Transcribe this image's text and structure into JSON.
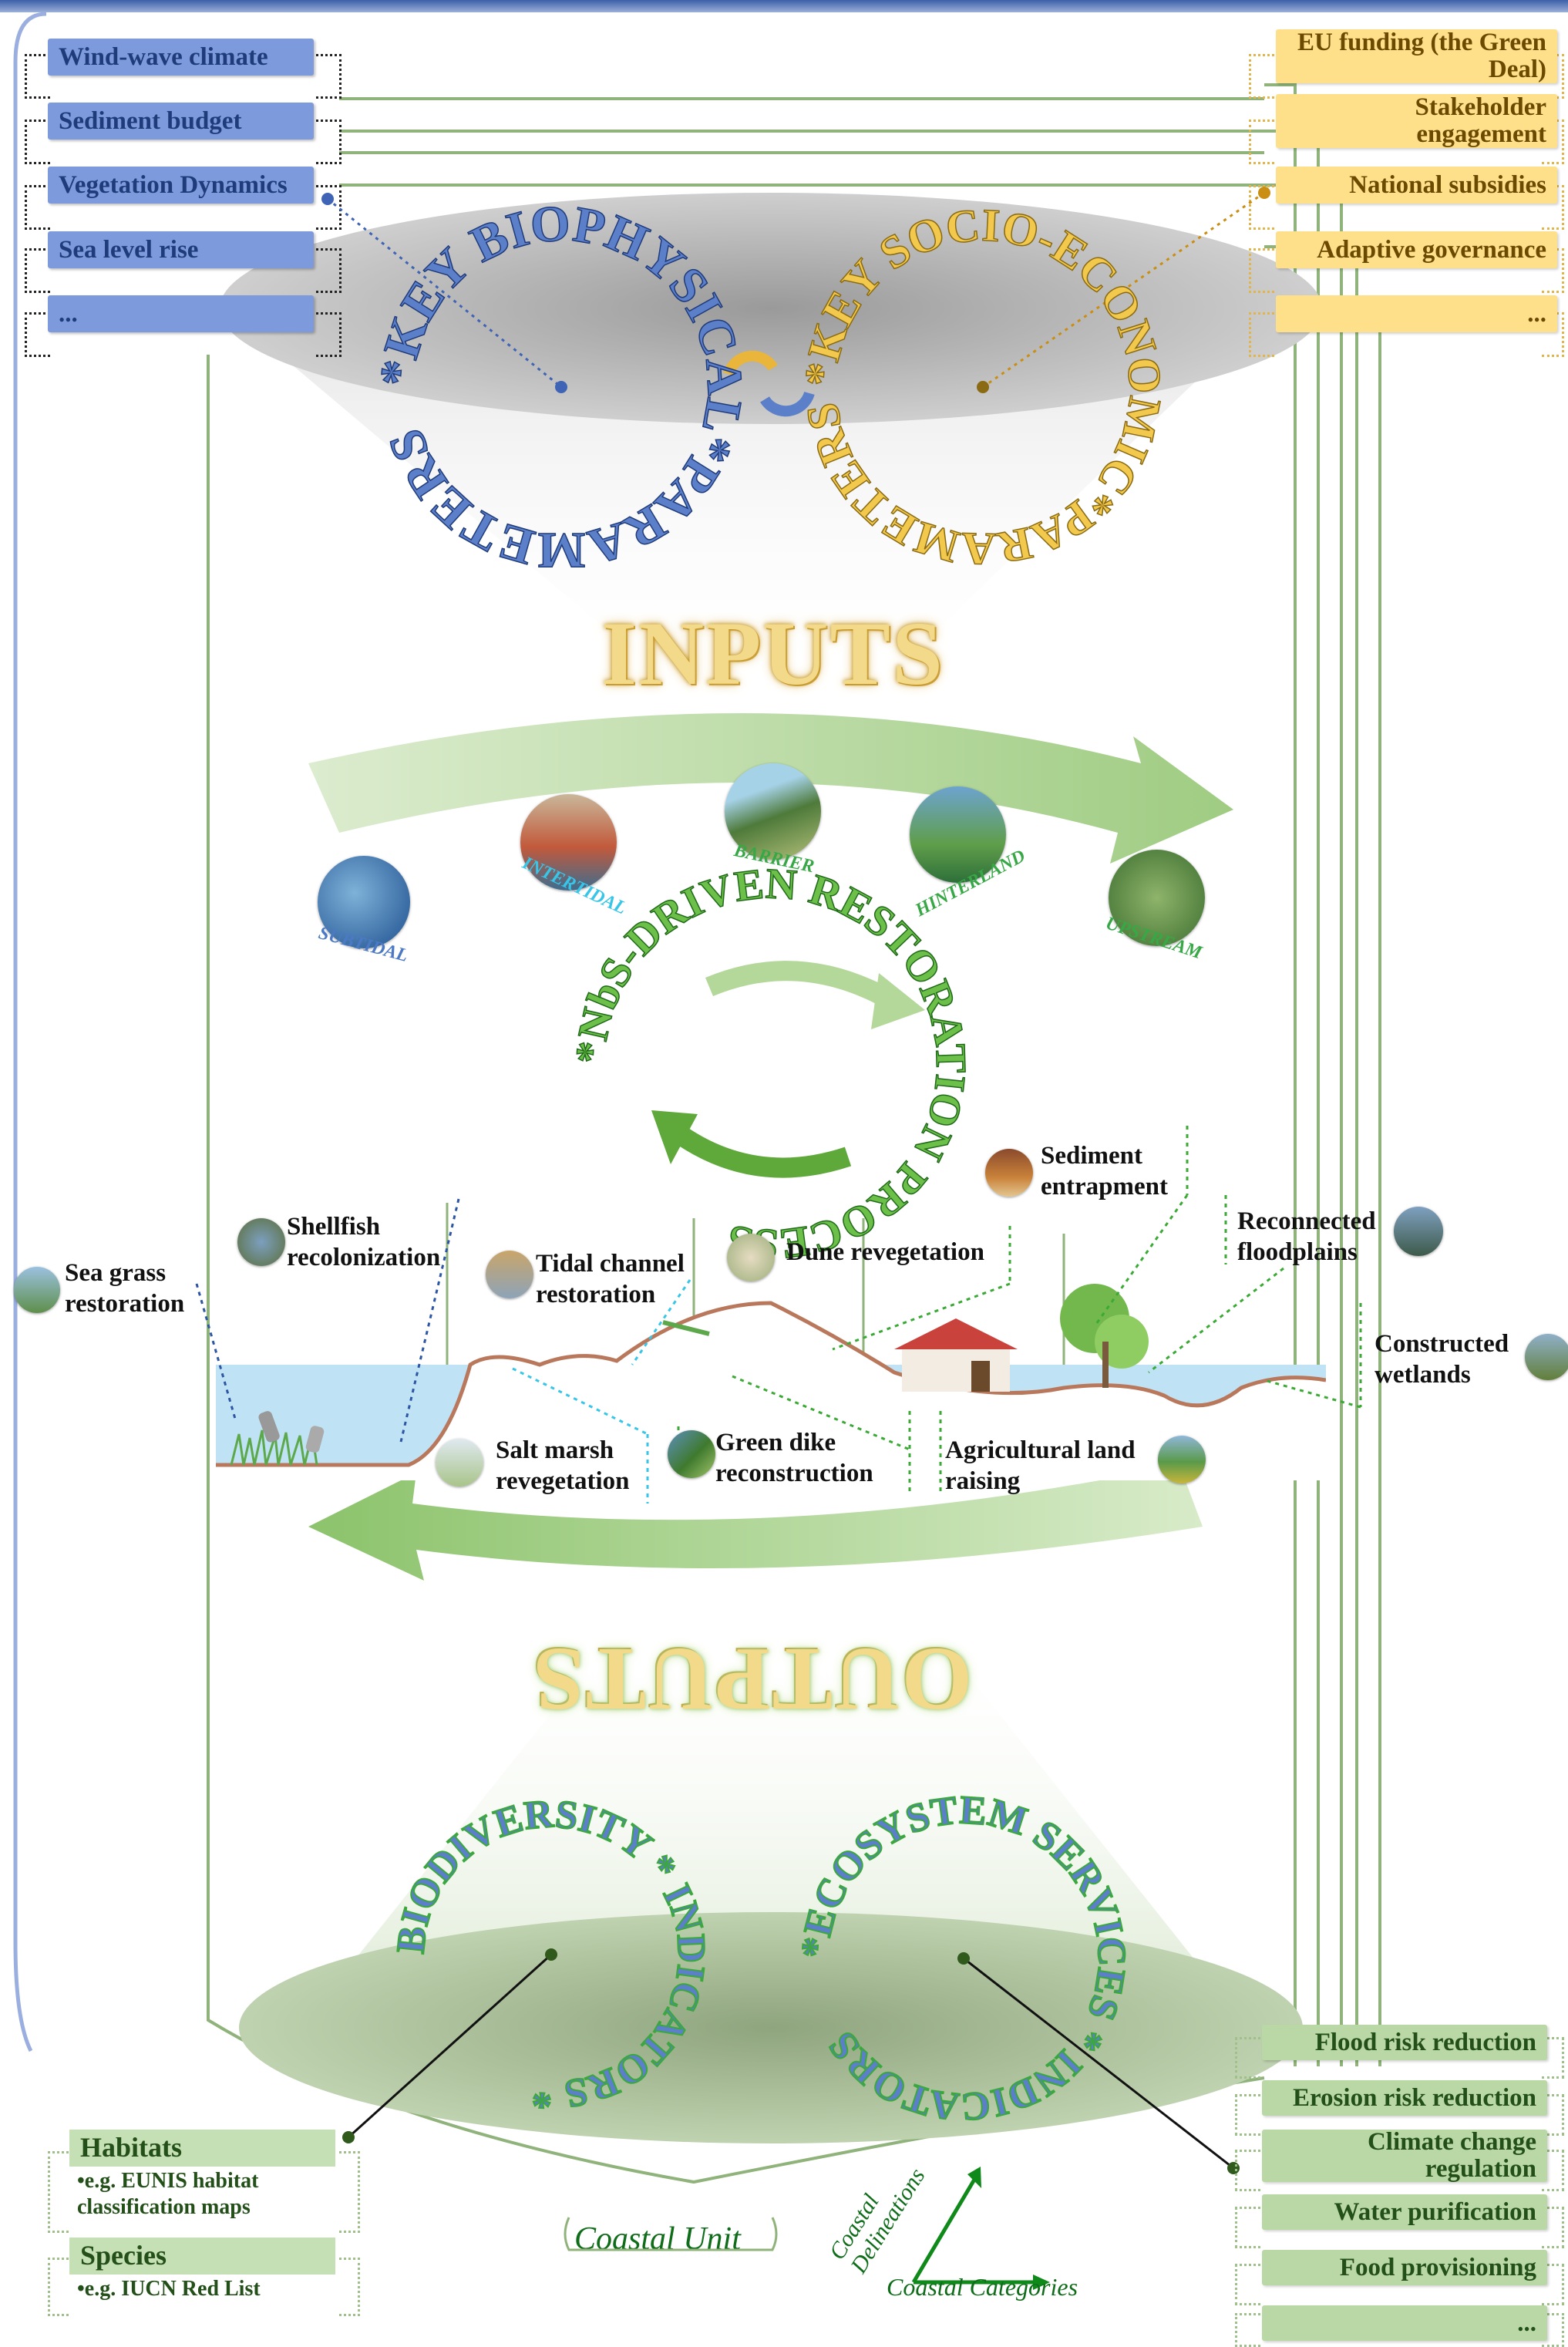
{
  "biophysical_tags": [
    "Wind-wave climate",
    "Sediment budget",
    "Vegetation Dynamics",
    "Sea level rise",
    "..."
  ],
  "socioeconomic_tags": [
    "EU funding (the Green Deal)",
    "Stakeholder engagement",
    "National subsidies",
    "Adaptive governance",
    "..."
  ],
  "outputs_tags": [
    "Flood risk reduction",
    "Erosion risk reduction",
    "Climate change regulation",
    "Water purification",
    "Food provisioning",
    "..."
  ],
  "rings": {
    "biophysical": "*KEY BIOPHYSICAL*PARAMETERS",
    "socioeconomic": "*KEY SOCIO-ECONOMIC*PARAMETERS",
    "process": "*NbS-DRIVEN RESTORATION PROCESS",
    "biodiversity": "BIODIVERSITY * INDICATORS *",
    "ecosystem": "*ECOSYSTEM SERVICES * INDICATORS"
  },
  "titles": {
    "inputs": "INPUTS",
    "outputs": "OUTPUTS"
  },
  "zones": [
    "SUBTIDAL",
    "INTERTIDAL",
    "BARRIER",
    "HINTERLAND",
    "UPSTREAM"
  ],
  "measures": {
    "sea_grass": "Sea grass restoration",
    "shellfish": "Shellfish recolonization",
    "tidal_channel": "Tidal channel restoration",
    "dune": "Dune revegetation",
    "sediment": "Sediment entrapment",
    "floodplains": "Reconnected floodplains",
    "wetlands": "Constructed wetlands",
    "salt_marsh": "Salt marsh revegetation",
    "green_dike": "Green dike reconstruction",
    "agri": "Agricultural land raising"
  },
  "habitats": {
    "title": "Habitats",
    "example": "•e.g. EUNIS habitat classification maps"
  },
  "species": {
    "title": "Species",
    "example": "•e.g. IUCN Red List"
  },
  "coastal": {
    "unit": "Coastal Unit",
    "delineations": "Coastal Delineations",
    "categories": "Coastal Categories"
  },
  "colors": {
    "biophysical": "#3f63b5",
    "socioeconomic": "#e0a928",
    "green": "#4fa03a",
    "outline": "#8fb37a"
  }
}
